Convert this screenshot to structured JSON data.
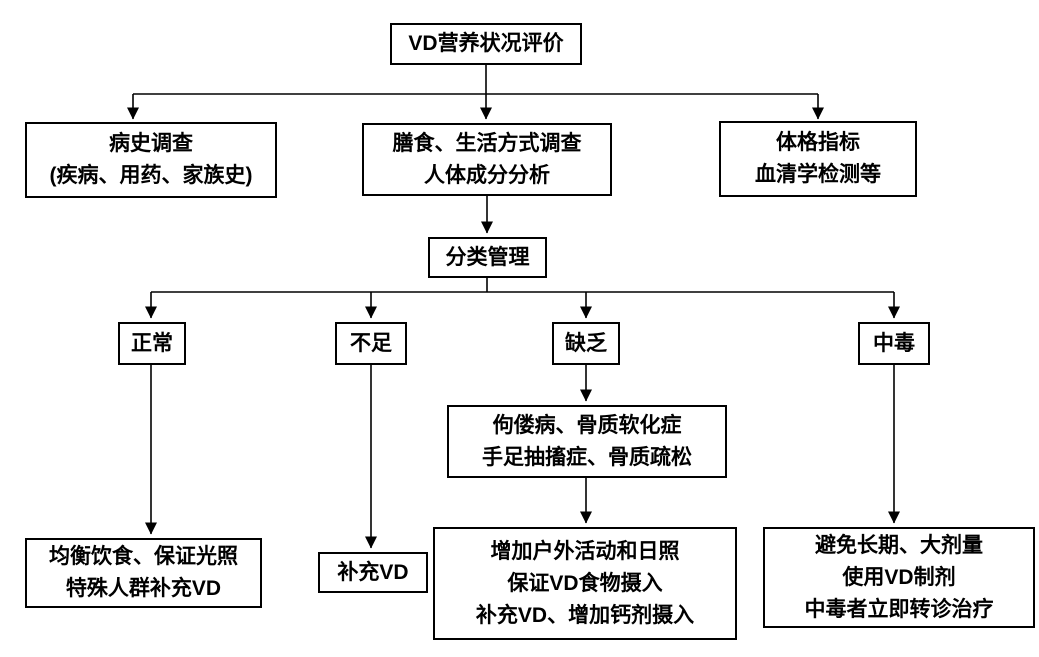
{
  "colors": {
    "box_border": "#000000",
    "box_fill": "#ffffff",
    "text": "#000000",
    "connector": "#000000"
  },
  "nodes": {
    "root": {
      "lines": [
        "VD营养状况评价"
      ]
    },
    "history_survey": {
      "lines": [
        "病史调查",
        "(疾病、用药、家族史)"
      ]
    },
    "diet_lifestyle": {
      "lines": [
        "膳食、生活方式调查",
        "人体成分分析"
      ]
    },
    "physical_serology": {
      "lines": [
        "体格指标",
        "血清学检测等"
      ]
    },
    "classification": {
      "lines": [
        "分类管理"
      ]
    },
    "normal": {
      "lines": [
        "正常"
      ]
    },
    "insufficient": {
      "lines": [
        "不足"
      ]
    },
    "deficient": {
      "lines": [
        "缺乏"
      ]
    },
    "toxic": {
      "lines": [
        "中毒"
      ]
    },
    "deficiency_manifestations": {
      "lines": [
        "佝偻病、骨质软化症",
        "手足抽搐症、骨质疏松"
      ]
    },
    "normal_measures": {
      "lines": [
        "均衡饮食、保证光照",
        "特殊人群补充VD"
      ]
    },
    "insufficient_measures": {
      "lines": [
        "补充VD"
      ]
    },
    "deficient_measures": {
      "lines": [
        "增加户外活动和日照",
        "保证VD食物摄入",
        "补充VD、增加钙剂摄入"
      ]
    },
    "toxic_measures": {
      "lines": [
        "避免长期、大剂量",
        "使用VD制剂",
        "中毒者立即转诊治疗"
      ]
    }
  }
}
